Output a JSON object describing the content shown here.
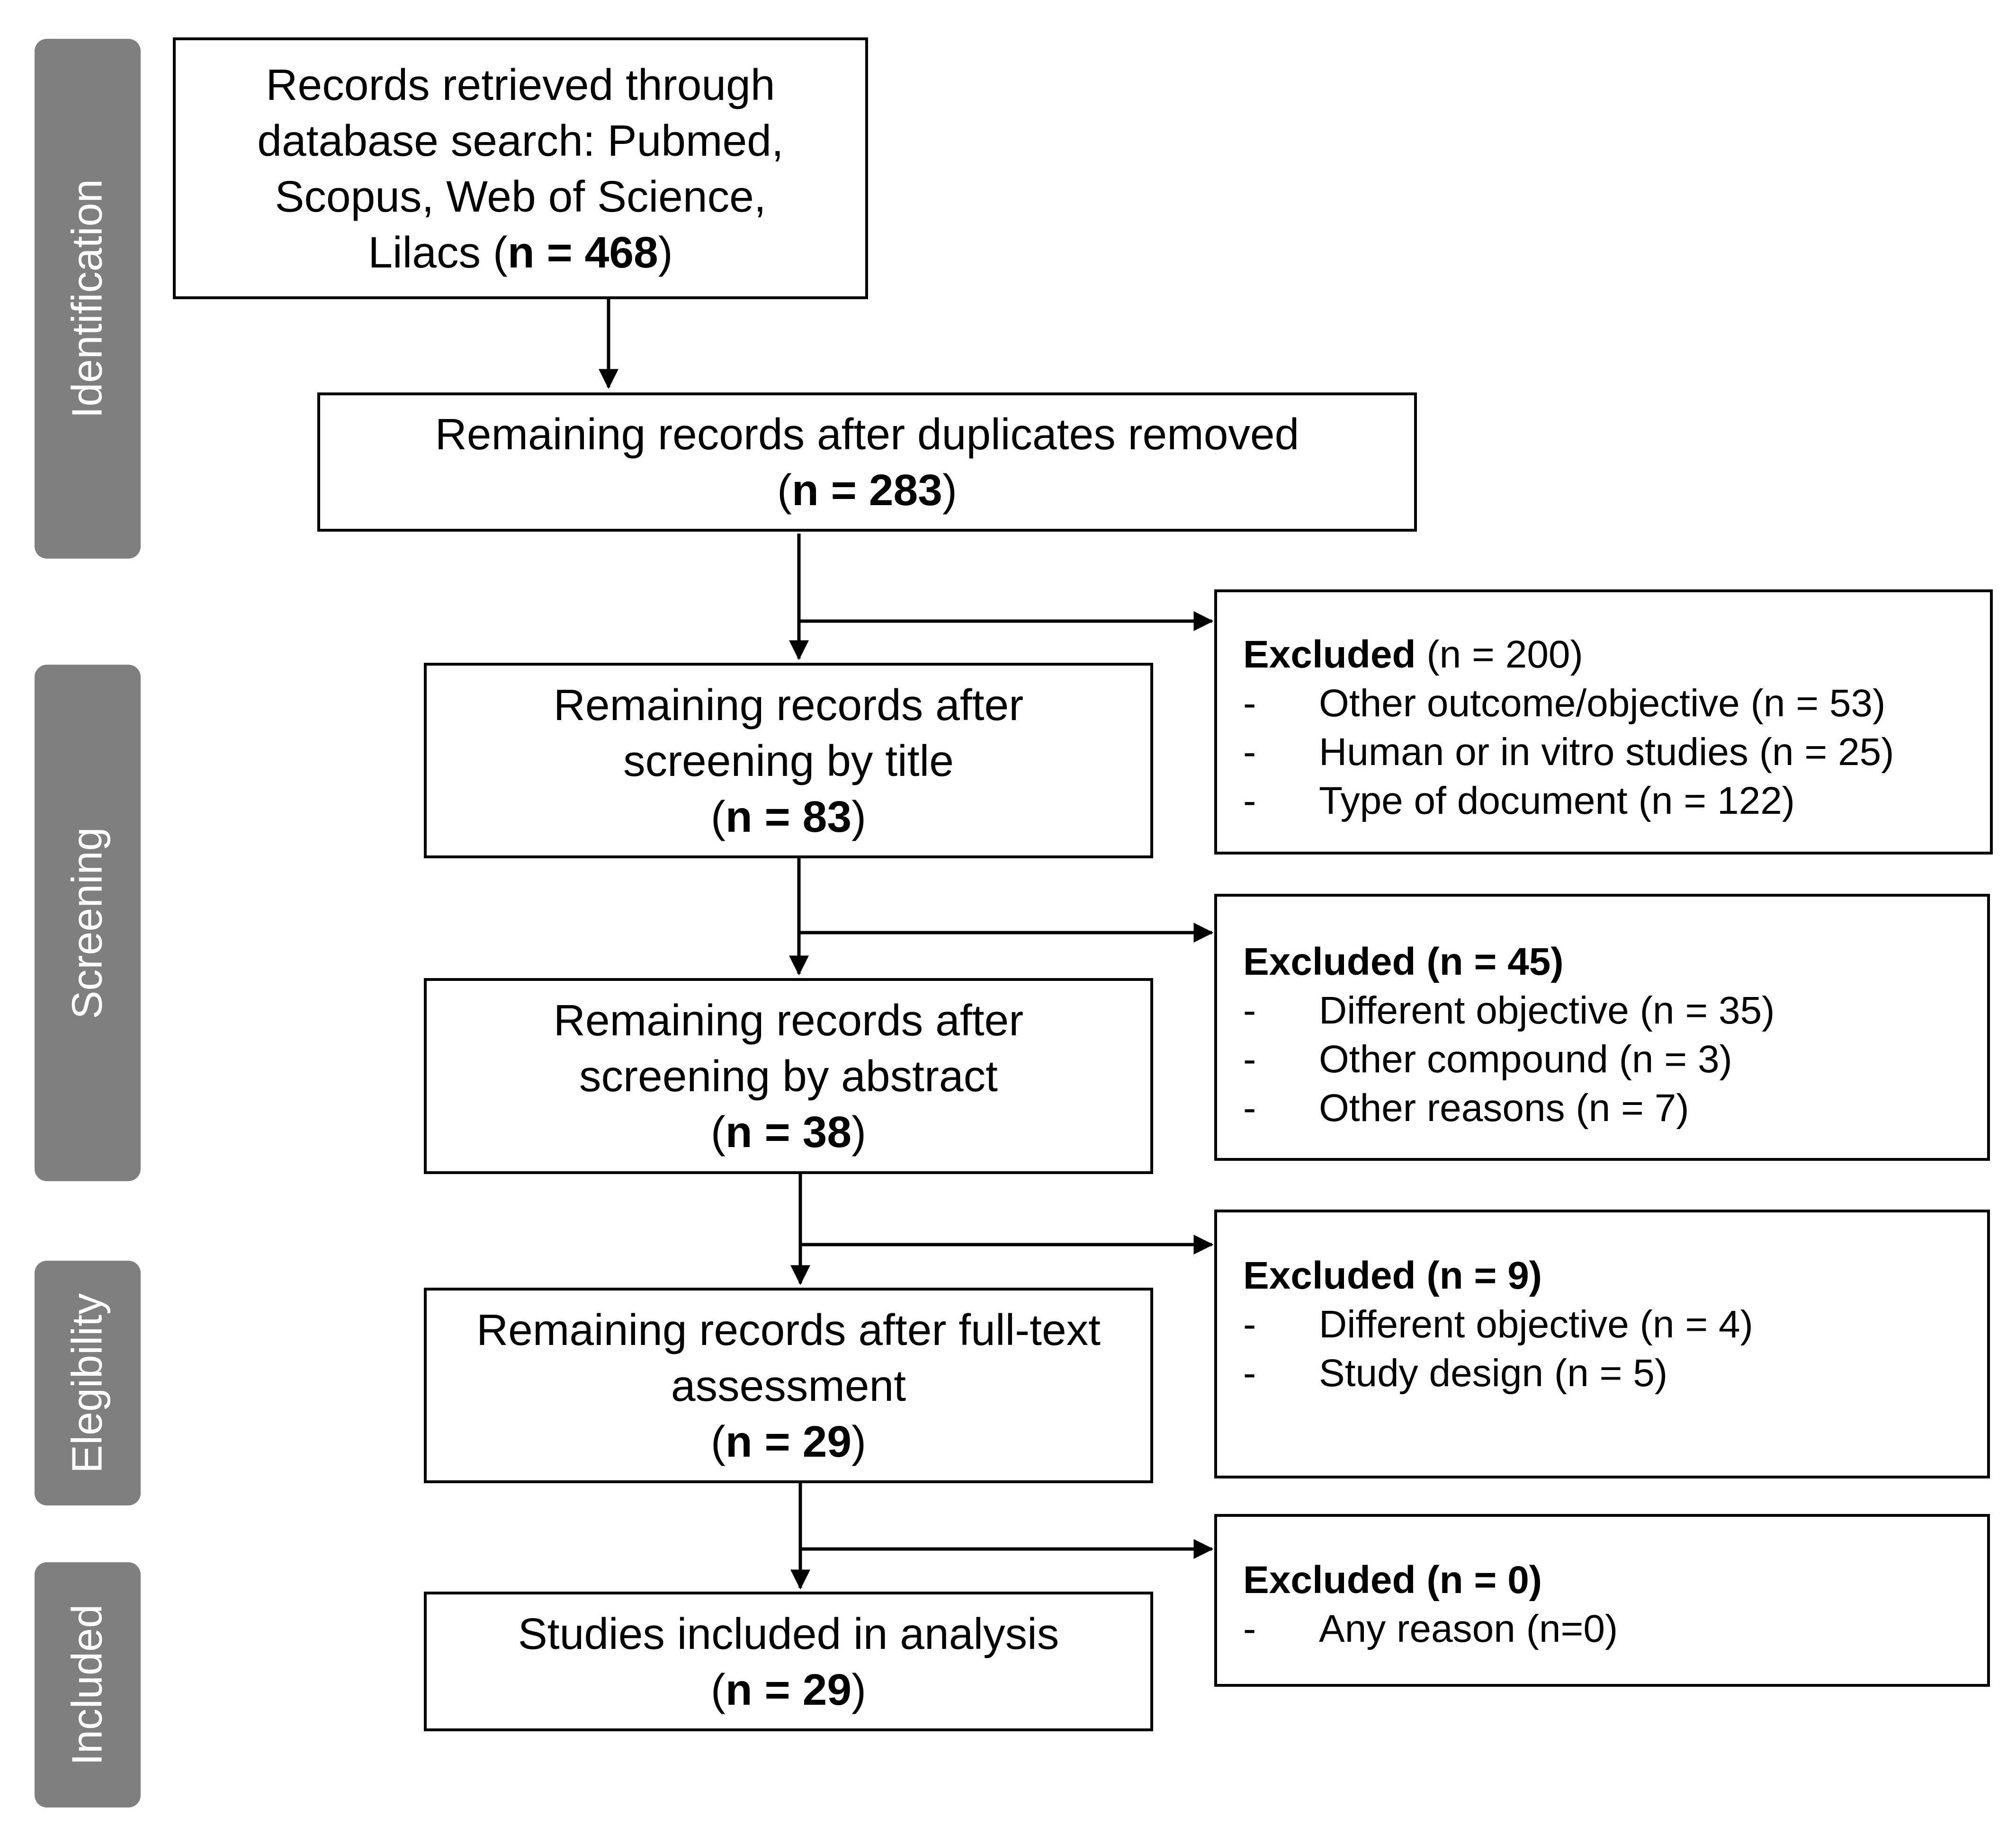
{
  "stages": [
    {
      "id": "identification",
      "label": "Identification"
    },
    {
      "id": "screening",
      "label": "Screening"
    },
    {
      "id": "eligibility",
      "label": "Elegibility"
    },
    {
      "id": "included",
      "label": "Included"
    }
  ],
  "main_boxes": [
    {
      "lines": [
        "Records retrieved through",
        "database search: Pubmed,",
        "Scopus, Web of Science,"
      ],
      "count_prefix": "Lilacs (",
      "count": "n = 468",
      "count_suffix": ")"
    },
    {
      "lines": [
        "Remaining records after duplicates removed"
      ],
      "count_prefix": "(",
      "count": "n = 283",
      "count_suffix": ")"
    },
    {
      "lines": [
        "Remaining records after",
        "screening by title"
      ],
      "count_prefix": "(",
      "count": "n = 83",
      "count_suffix": ")"
    },
    {
      "lines": [
        "Remaining records after",
        "screening by abstract"
      ],
      "count_prefix": "(",
      "count": "n = 38",
      "count_suffix": ")"
    },
    {
      "lines": [
        "Remaining records after full-text",
        "assessment"
      ],
      "count_prefix": "(",
      "count": "n = 29",
      "count_suffix": ")"
    },
    {
      "lines": [
        "Studies included in analysis"
      ],
      "count_prefix": "(",
      "count": "n = 29",
      "count_suffix": ")"
    }
  ],
  "excluded_boxes": [
    {
      "title_bold": "Excluded",
      "title_count": "(n = 200)",
      "count_bold": false,
      "items": [
        {
          "bullet": "-",
          "text": "Other outcome/objective (n = 53)"
        },
        {
          "bullet": "-",
          "text": "Human or in vitro studies (n = 25)"
        },
        {
          "bullet": "-",
          "text": "Type of document (n = 122)"
        }
      ]
    },
    {
      "title_bold": "Excluded",
      "title_count": "(n = 45)",
      "count_bold": true,
      "items": [
        {
          "bullet": "-",
          "text": "Different objective (n = 35)"
        },
        {
          "bullet": "-",
          "text": "Other compound (n = 3)"
        },
        {
          "bullet": "-",
          "text": "Other reasons (n = 7)"
        }
      ]
    },
    {
      "title_bold": "Excluded",
      "title_count": "(n = 9)",
      "count_bold": true,
      "items": [
        {
          "bullet": "-",
          "text": "Different objective (n = 4)"
        },
        {
          "bullet": "-",
          "text": "Study design (n = 5)"
        }
      ]
    },
    {
      "title_bold": "Excluded",
      "title_count": "(n = 0)",
      "count_bold": true,
      "items": [
        {
          "bullet": "-",
          "text": "Any reason (n=0)"
        }
      ]
    }
  ]
}
